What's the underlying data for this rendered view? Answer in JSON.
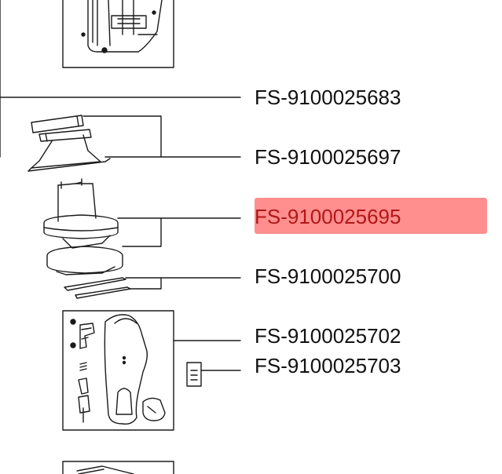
{
  "parts": [
    {
      "id": "FS-9100025683",
      "selected": false
    },
    {
      "id": "FS-9100025697",
      "selected": false
    },
    {
      "id": "FS-9100025695",
      "selected": true
    },
    {
      "id": "FS-9100025700",
      "selected": false
    },
    {
      "id": "FS-9100025702",
      "selected": false
    },
    {
      "id": "FS-9100025703",
      "selected": false
    }
  ],
  "colors": {
    "highlight": "#ff8e8e",
    "line": "#1a1a1a",
    "background": "#ffffff"
  }
}
